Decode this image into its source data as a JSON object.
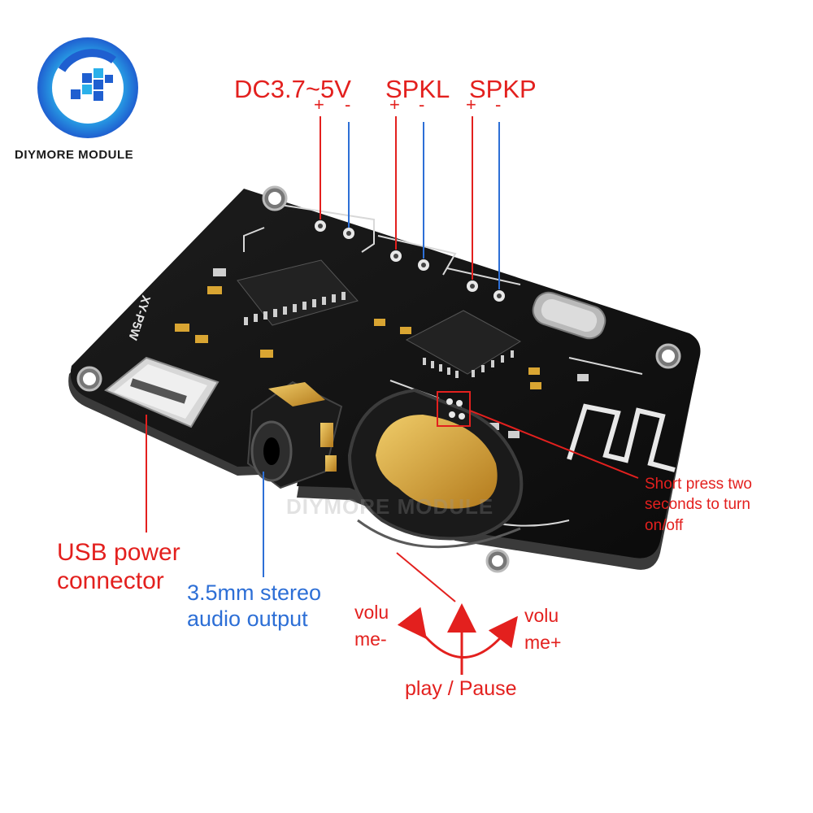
{
  "brand": {
    "name": "DIYMORE MODULE",
    "colors": {
      "logo_blue": "#1f5fd0",
      "logo_cyan": "#2ab0ea"
    }
  },
  "header": {
    "power": {
      "label": "DC3.7~5V",
      "plus": "+",
      "minus": "-"
    },
    "speaker_left": {
      "label": "SPKL",
      "plus": "+",
      "minus": "-"
    },
    "speaker_right": {
      "label": "SPKP",
      "plus": "+",
      "minus": "-"
    }
  },
  "annotations": {
    "usb": "USB power connector",
    "audio_out": "3.5mm stereo audio output",
    "short_press": "Short press two seconds to turn on/off",
    "volume_down": "volu me-",
    "volume_up": "volu me+",
    "play_pause": "play / Pause"
  },
  "board": {
    "silkscreen": "XY-P5W",
    "watermark": "DIYMORE MODULE"
  },
  "colors": {
    "annotation_red": "#e3201e",
    "annotation_blue": "#2d6fd6",
    "pcb_black": "#121212",
    "gold": "#d9a532"
  }
}
